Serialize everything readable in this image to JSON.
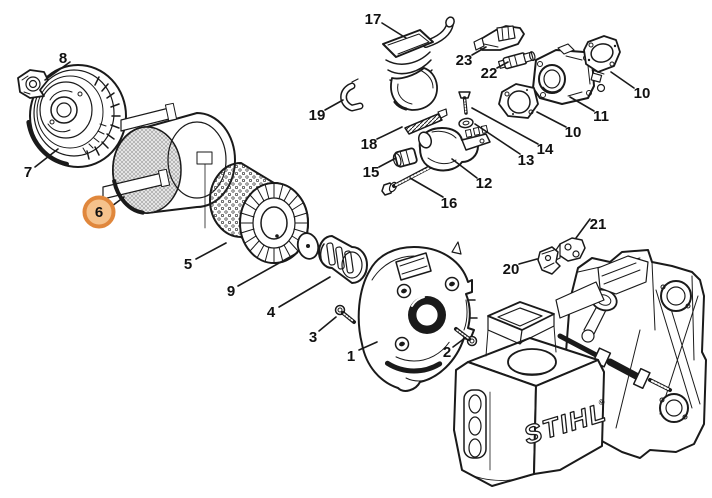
{
  "diagram": {
    "background_color": "#ffffff",
    "line_color": "#1a1a1a",
    "brand_logo_text": "STIHL",
    "registered_mark": "®"
  },
  "highlight": {
    "part_number": "6",
    "ring_color": "#e0873c",
    "fill_color": "#f5c28c"
  },
  "callouts": {
    "c1": {
      "label": "1"
    },
    "c2": {
      "label": "2"
    },
    "c3": {
      "label": "3"
    },
    "c4": {
      "label": "4"
    },
    "c5": {
      "label": "5"
    },
    "c6": {
      "label": "6"
    },
    "c7": {
      "label": "7"
    },
    "c8": {
      "label": "8"
    },
    "c9": {
      "label": "9"
    },
    "c10a": {
      "label": "10"
    },
    "c10b": {
      "label": "10"
    },
    "c11": {
      "label": "11"
    },
    "c12": {
      "label": "12"
    },
    "c13": {
      "label": "13"
    },
    "c14": {
      "label": "14"
    },
    "c15": {
      "label": "15"
    },
    "c16": {
      "label": "16"
    },
    "c17": {
      "label": "17"
    },
    "c18": {
      "label": "18"
    },
    "c19": {
      "label": "19"
    },
    "c20": {
      "label": "20"
    },
    "c21": {
      "label": "21"
    },
    "c22": {
      "label": "22"
    },
    "c23": {
      "label": "23"
    }
  }
}
